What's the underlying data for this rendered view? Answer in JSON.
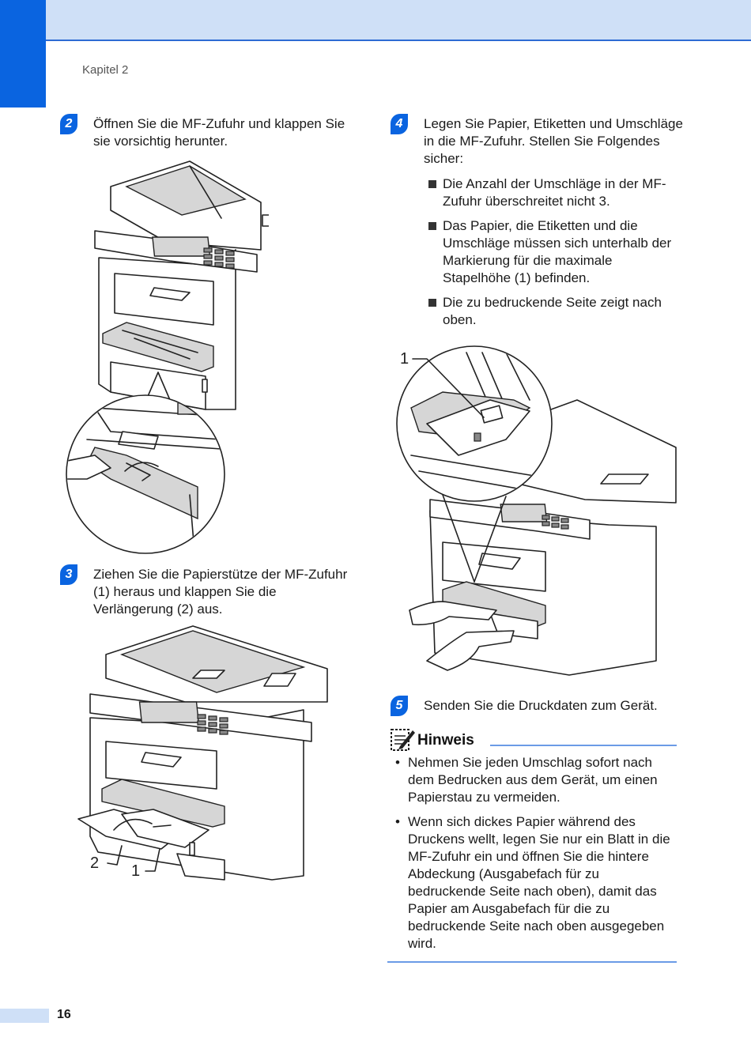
{
  "header": {
    "chapter": "Kapitel 2"
  },
  "steps": [
    {
      "num": "2",
      "text": "Öffnen Sie die MF-Zufuhr und klappen Sie sie vorsichtig herunter."
    },
    {
      "num": "3",
      "text": "Ziehen Sie die Papierstütze der MF-Zufuhr (1) heraus und klappen Sie die Verlängerung (2) aus."
    },
    {
      "num": "4",
      "text": "Legen Sie Papier, Etiketten und Umschläge in die MF-Zufuhr. Stellen Sie Folgendes sicher:"
    },
    {
      "num": "5",
      "text": "Senden Sie die Druckdaten zum Gerät."
    }
  ],
  "bullets": [
    "Die Anzahl der Umschläge in der MF-Zufuhr überschreitet nicht 3.",
    "Das Papier, die Etiketten und die Umschläge müssen sich unterhalb der Markierung für die maximale Stapelhöhe (1) befinden.",
    "Die zu bedruckende Seite zeigt nach oben."
  ],
  "hint": {
    "title": "Hinweis",
    "items": [
      "Nehmen Sie jeden Umschlag sofort nach dem Bedrucken aus dem Gerät, um einen Papierstau zu vermeiden.",
      "Wenn sich dickes Papier während des Druckens wellt, legen Sie nur ein Blatt in die MF-Zufuhr ein und öffnen Sie die hintere Abdeckung (Ausgabefach für zu bedruckende Seite nach oben), damit das Papier am Ausgabefach für die zu bedruckende Seite nach oben ausgegeben wird."
    ]
  },
  "callouts": {
    "fig3_label_2": "2",
    "fig3_label_1": "1",
    "fig4_label_1": "1"
  },
  "footer": {
    "page": "16"
  }
}
